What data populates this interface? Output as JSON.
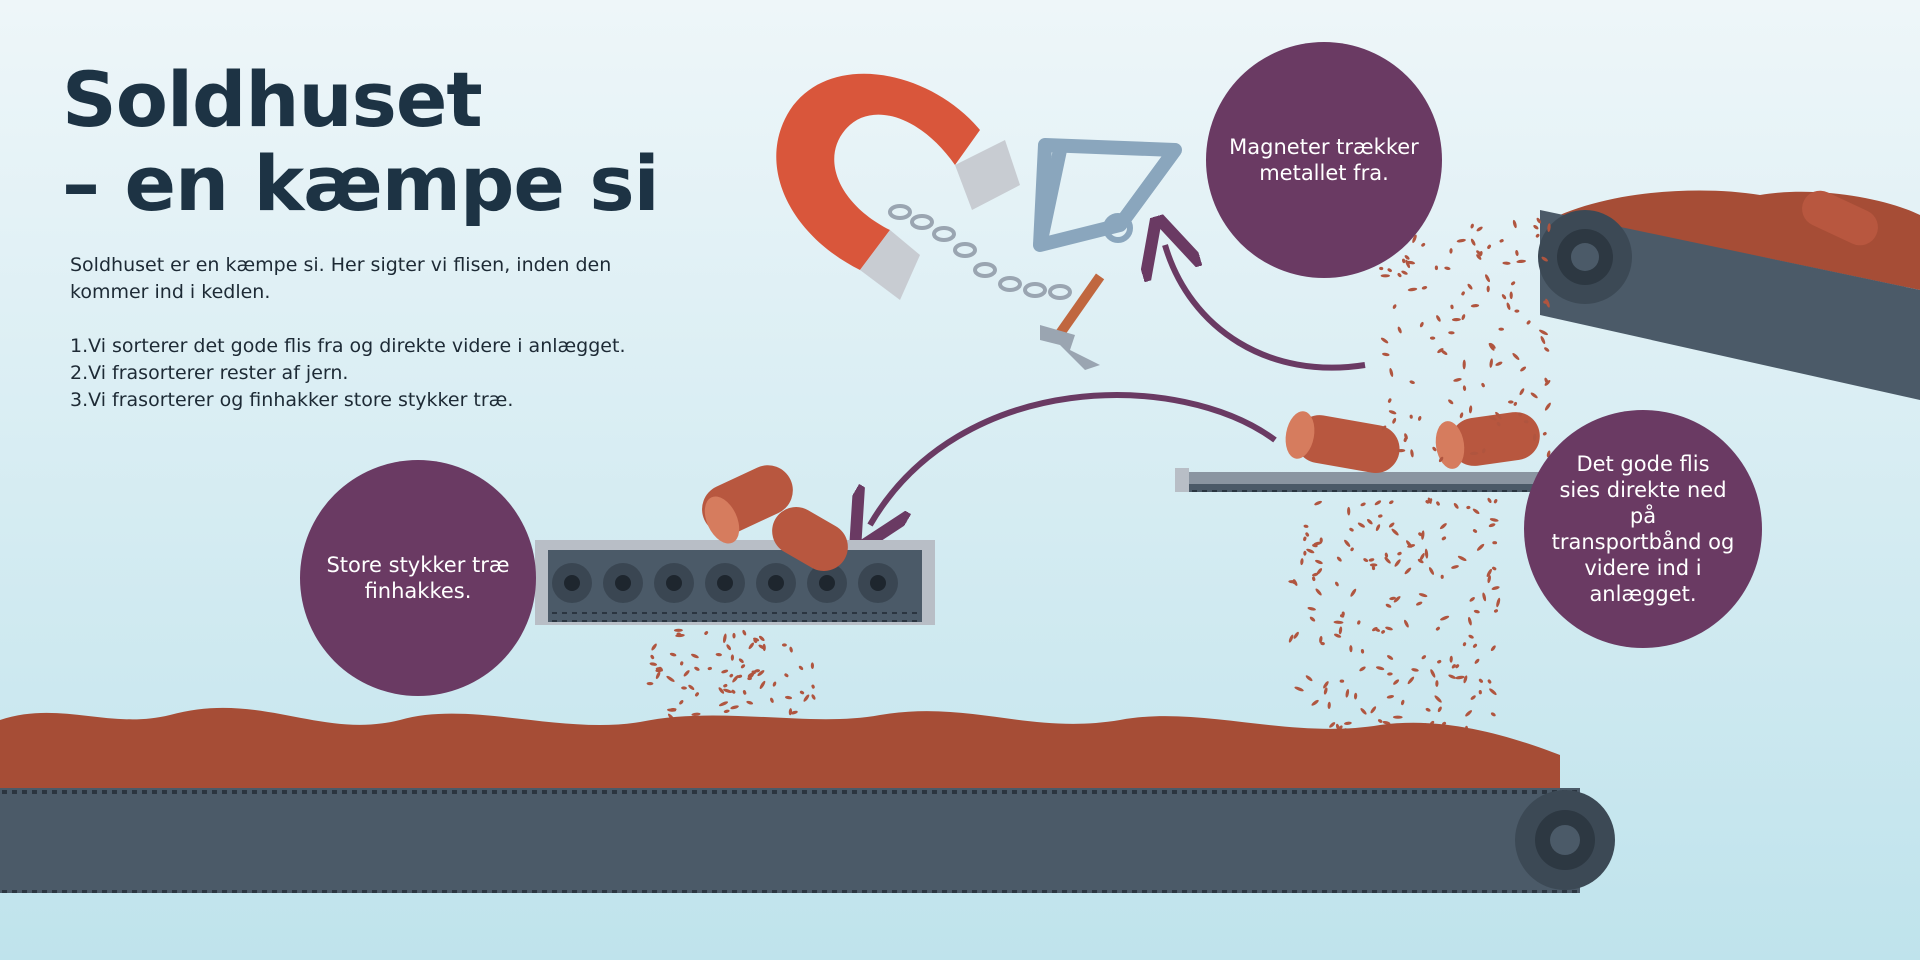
{
  "header": {
    "title_line1": "Soldhuset",
    "title_line2": "– en kæmpe si"
  },
  "intro": {
    "text": "Soldhuset er en kæmpe si. Her sigter vi flisen, inden den kommer ind i kedlen.",
    "steps": [
      "1.Vi sorterer det gode flis fra og direkte videre i anlægget.",
      "2.Vi frasorterer rester af jern.",
      "3.Vi frasorterer og finhakker store stykker træ."
    ]
  },
  "bubbles": {
    "magnet": "Magneter trækker\nmetallet fra.",
    "flis": "Det gode flis\nsies direkte ned på\ntransportbånd og\nvidere ind i\nanlægget.",
    "stykker": "Store stykker træ\nfinhakkes."
  },
  "colors": {
    "background_top": "#eef6f9",
    "background_bottom": "#bfe3ec",
    "title": "#1d3344",
    "bubble": "#6a3a63",
    "arrow": "#6a3a63",
    "wood": "#b0553f",
    "belt": "#4b5a68",
    "magnet": "#d9563b"
  },
  "icons": [
    "magnet-icon",
    "bicycle-frame-icon",
    "chain-icon",
    "hammer-icon",
    "log-icon",
    "gear-icon"
  ]
}
